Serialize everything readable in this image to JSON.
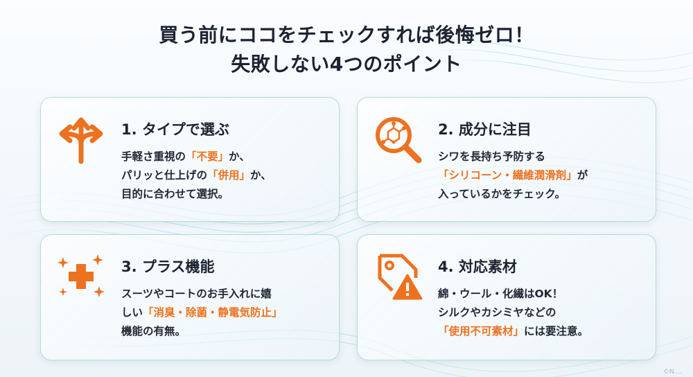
{
  "title": {
    "line1": "買う前にココをチェックすれば後悔ゼロ！",
    "line2": "失敗しない4つのポイント"
  },
  "colors": {
    "accent": "#ec7220",
    "text": "#1c2331",
    "card_border": "#aad7c3"
  },
  "cards": [
    {
      "title": "1. タイプで選ぶ",
      "icon": "branching-arrows-icon",
      "lines": [
        [
          "手軽さ重視の",
          "「不要」",
          "か、"
        ],
        [
          "パリッと仕上げの",
          "「併用」",
          "か、"
        ],
        [
          "目的に合わせて選択。"
        ]
      ]
    },
    {
      "title": "2. 成分に注目",
      "icon": "molecule-magnifier-icon",
      "lines": [
        [
          "シワを長持ち予防する"
        ],
        [
          "",
          "「シリコーン・繊維潤滑剤」",
          "が"
        ],
        [
          "入っているかをチェック。"
        ]
      ]
    },
    {
      "title": "3. プラス機能",
      "icon": "plus-sparkles-icon",
      "lines": [
        [
          "スーツやコートのお手入れに嬉"
        ],
        [
          "しい",
          "「消臭・除菌・静電気防止」"
        ],
        [
          "機能の有無。"
        ]
      ]
    },
    {
      "title": "4. 対応素材",
      "icon": "tag-warning-icon",
      "lines": [
        [
          "綿・ウール・化繊はOK！"
        ],
        [
          "シルクやカシミヤなどの"
        ],
        [
          "",
          "「使用不可素材」",
          "には要注意。"
        ]
      ]
    }
  ],
  "footer": {
    "credit": "©N...."
  }
}
